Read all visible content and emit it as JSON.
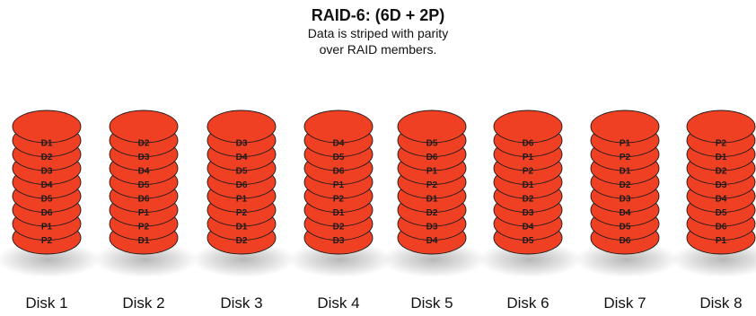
{
  "title": "RAID-6: (6D + 2P)",
  "subtitle_lines": [
    "Data is striped with parity",
    "over RAID members."
  ],
  "colors": {
    "disk_fill": "#f04023",
    "disk_stroke": "#1a1a1a",
    "text": "#1a1a1a"
  },
  "disks": [
    {
      "label": "Disk 1",
      "blocks": [
        "D1",
        "D2",
        "D3",
        "D4",
        "D5",
        "D6",
        "P1",
        "P2"
      ]
    },
    {
      "label": "Disk 2",
      "blocks": [
        "D2",
        "D3",
        "D4",
        "D5",
        "D6",
        "P1",
        "P2",
        "D1"
      ]
    },
    {
      "label": "Disk 3",
      "blocks": [
        "D3",
        "D4",
        "D5",
        "D6",
        "P1",
        "P2",
        "D1",
        "D2"
      ]
    },
    {
      "label": "Disk 4",
      "blocks": [
        "D4",
        "D5",
        "D6",
        "P1",
        "P2",
        "D1",
        "D2",
        "D3"
      ]
    },
    {
      "label": "Disk 5",
      "blocks": [
        "D5",
        "D6",
        "P1",
        "P2",
        "D1",
        "D2",
        "D3",
        "D4"
      ]
    },
    {
      "label": "Disk 6",
      "blocks": [
        "D6",
        "P1",
        "P2",
        "D1",
        "D2",
        "D3",
        "D4",
        "D5"
      ]
    },
    {
      "label": "Disk 7",
      "blocks": [
        "P1",
        "P2",
        "D1",
        "D2",
        "D3",
        "D4",
        "D5",
        "D6"
      ]
    },
    {
      "label": "Disk 8",
      "blocks": [
        "P2",
        "D1",
        "D2",
        "D3",
        "D4",
        "D5",
        "D6",
        "P1"
      ]
    }
  ]
}
